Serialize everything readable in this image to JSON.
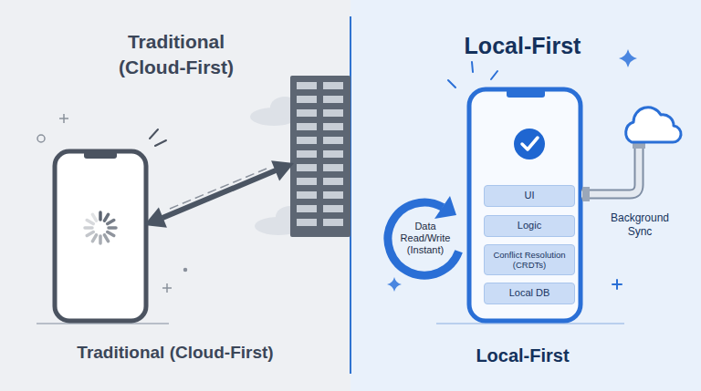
{
  "diagram": {
    "nodes": [
      {
        "text": [
          "Traditional (Cloud-First)",
          "Traditional (Cloud-First)"
        ]
      },
      {
        "text": [
          "Local-First",
          "Local-First"
        ]
      },
      {
        "text": [
          "UI"
        ],
        "in": 1
      },
      {
        "text": [
          "Logic"
        ],
        "in": 1
      },
      {
        "text": [
          "Conflict Resolution (CRDTs)"
        ],
        "in": 1
      },
      {
        "text": [
          "Local DB"
        ],
        "in": 1
      }
    ],
    "labels": [
      "Data Read/Write (Instant)",
      "Background Sync"
    ]
  }
}
